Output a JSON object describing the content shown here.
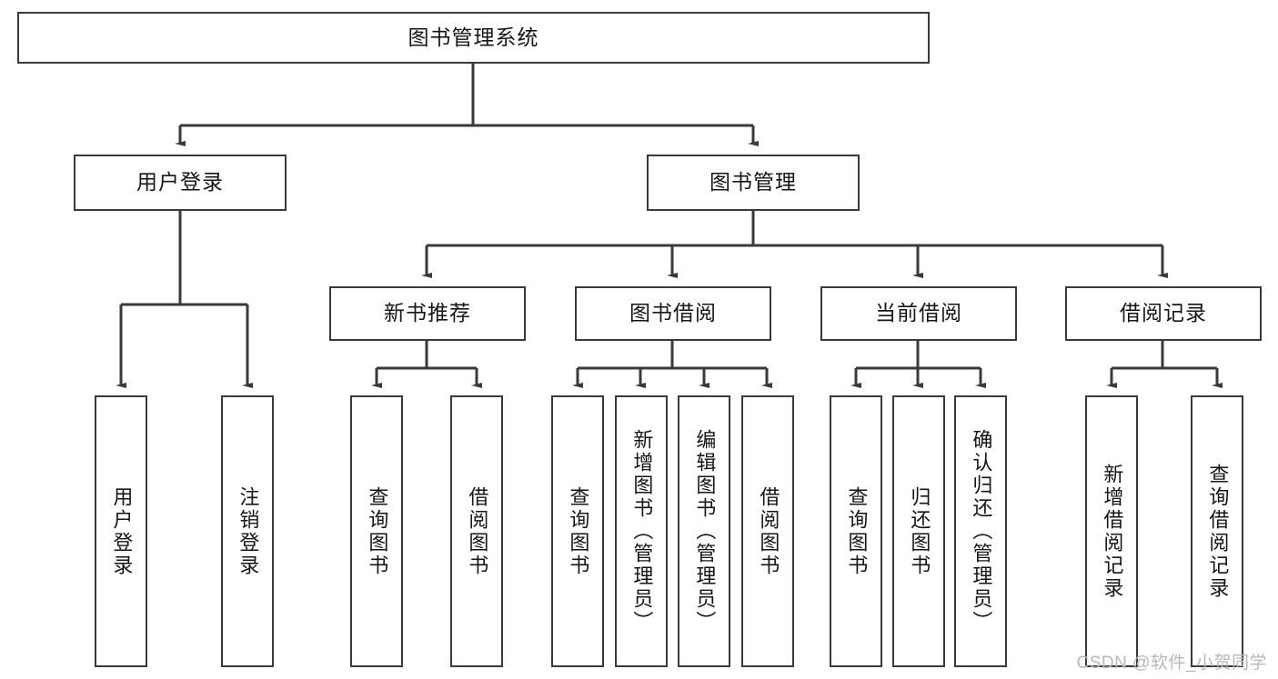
{
  "diagram": {
    "title": "图书管理系统",
    "type": "hierarchy-tree",
    "watermark": "CSDN @软件_小贺同学",
    "root": {
      "id": "root",
      "label": "图书管理系统"
    },
    "level2": [
      {
        "id": "user-login",
        "label": "用户登录"
      },
      {
        "id": "book-manage",
        "label": "图书管理"
      }
    ],
    "level3": [
      {
        "id": "new-book-rec",
        "label": "新书推荐",
        "parent": "book-manage"
      },
      {
        "id": "book-borrow",
        "label": "图书借阅",
        "parent": "book-manage"
      },
      {
        "id": "current-borrow",
        "label": "当前借阅",
        "parent": "book-manage"
      },
      {
        "id": "borrow-record",
        "label": "借阅记录",
        "parent": "book-manage"
      }
    ],
    "leaves": [
      {
        "id": "leaf-user-login",
        "label": "用户登录",
        "parent": "user-login"
      },
      {
        "id": "leaf-user-logout",
        "label": "注销登录",
        "parent": "user-login"
      },
      {
        "id": "leaf-query-book-1",
        "label": "查询图书",
        "parent": "new-book-rec"
      },
      {
        "id": "leaf-borrow-book-1",
        "label": "借阅图书",
        "parent": "new-book-rec"
      },
      {
        "id": "leaf-query-book-2",
        "label": "查询图书",
        "parent": "book-borrow"
      },
      {
        "id": "leaf-add-book",
        "label": "新增图书（管理员）",
        "parent": "book-borrow"
      },
      {
        "id": "leaf-edit-book",
        "label": "编辑图书（管理员）",
        "parent": "book-borrow"
      },
      {
        "id": "leaf-borrow-book-2",
        "label": "借阅图书",
        "parent": "book-borrow"
      },
      {
        "id": "leaf-query-book-3",
        "label": "查询图书",
        "parent": "current-borrow"
      },
      {
        "id": "leaf-return-book",
        "label": "归还图书",
        "parent": "current-borrow"
      },
      {
        "id": "leaf-confirm-return",
        "label": "确认归还（管理员）",
        "parent": "current-borrow"
      },
      {
        "id": "leaf-add-record",
        "label": "新增借阅记录",
        "parent": "borrow-record"
      },
      {
        "id": "leaf-query-record",
        "label": "查询借阅记录",
        "parent": "borrow-record"
      }
    ],
    "colors": {
      "stroke": "#3a3a3a",
      "fill": "#ffffff",
      "text": "#161616",
      "watermark": "#b8b8b8"
    }
  }
}
